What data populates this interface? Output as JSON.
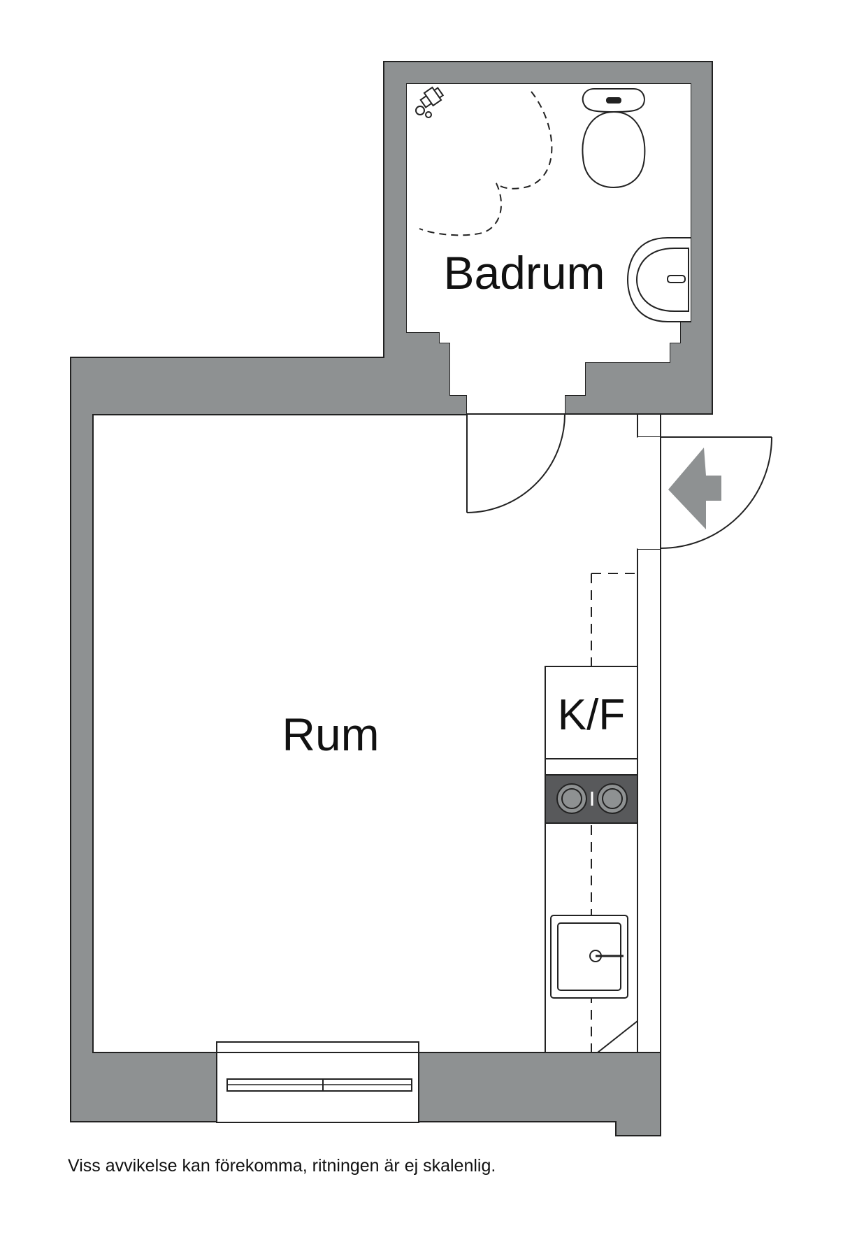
{
  "rooms": {
    "bathroom": "Badrum",
    "main_room": "Rum",
    "kitchen": "K/F"
  },
  "disclaimer": "Viss avvikelse kan förekomma, ritningen är ej skalenlig.",
  "colors": {
    "wall": "#8e9192",
    "wall_outline": "#222222",
    "floor": "#ffffff",
    "stove": "#58595b"
  },
  "symbols": [
    "shower-head",
    "toilet",
    "washbasin",
    "stove-hobs",
    "kitchen-sink",
    "window",
    "entrance-door",
    "entrance-arrow"
  ]
}
